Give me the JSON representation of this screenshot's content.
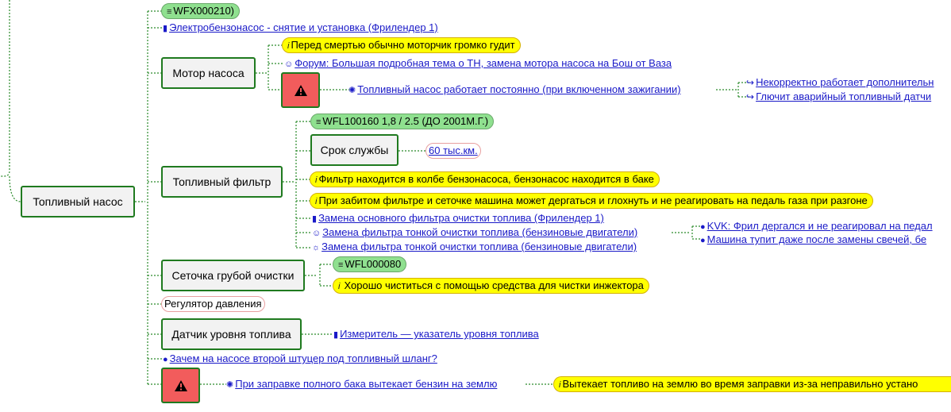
{
  "nodes": {
    "root": "Топливный насос",
    "wfx": "WFX000210)",
    "elektro": "Электробензонасос - снятие и установка (Фрилендер 1)",
    "motor": "Мотор насоса",
    "motor_note": "Перед смертью обычно моторчик громко гудит",
    "forum": "Форум: Большая подробная тема о ТН, замена мотора насоса на Бош от Ваза",
    "pump_always": "Топливный насос работает постоянно (при включенном зажигании)",
    "nekorr": "Некорректно работает дополнительн",
    "glyuchit": "Глючит аварийный топливный датчи",
    "filter": "Топливный фильтр",
    "wfl": "WFL100160 1,8 / 2.5 (ДО 2001М.Г.)",
    "srok": "Срок службы",
    "srok_val": "60 тыс.км.",
    "filter_note1": "Фильтр находится в колбе бензонасоса, бензонасос находится в баке",
    "filter_note2": "При забитом фильтре и сеточке машина может дергаться и глохнуть и не реагировать на педаль газа при разгоне",
    "zamena1": "Замена основного фильтра очистки топлива (Фрилендер 1)",
    "zamena2": "Замена фильтра тонкой очистки топлива (бензиновые двигатели)",
    "zamena3": "Замена фильтра тонкой очистки топлива (бензиновые двигатели)",
    "kvk": "KVK: Фрил дергался и не реагировал на педал",
    "mashina": "Машина тупит даже после замены свечей, бе",
    "setochka": "Сеточка грубой очистки",
    "wfl2": "WFL000080",
    "setochka_note": "Хорошо чиститься с помощью средства для чистки инжектора",
    "regulator": "Регулятор давления",
    "datchik": "Датчик уровня топлива",
    "izmeritel": "Измеритель — указатель уровня топлива",
    "zachem": "Зачем на насосе второй штуцер под топливный шланг?",
    "zapravka": "При заправке полного бака вытекает бензин на землю",
    "vytekaet": "Вытекает топливо на землю во время заправки из-за неправильно устано"
  },
  "colors": {
    "edge": "#2a8a2a",
    "box_border": "#1f7a1f",
    "warning": "#f25c5c",
    "note": "#ffff00",
    "code": "#8fe08f",
    "link": "#1a1ac8"
  }
}
